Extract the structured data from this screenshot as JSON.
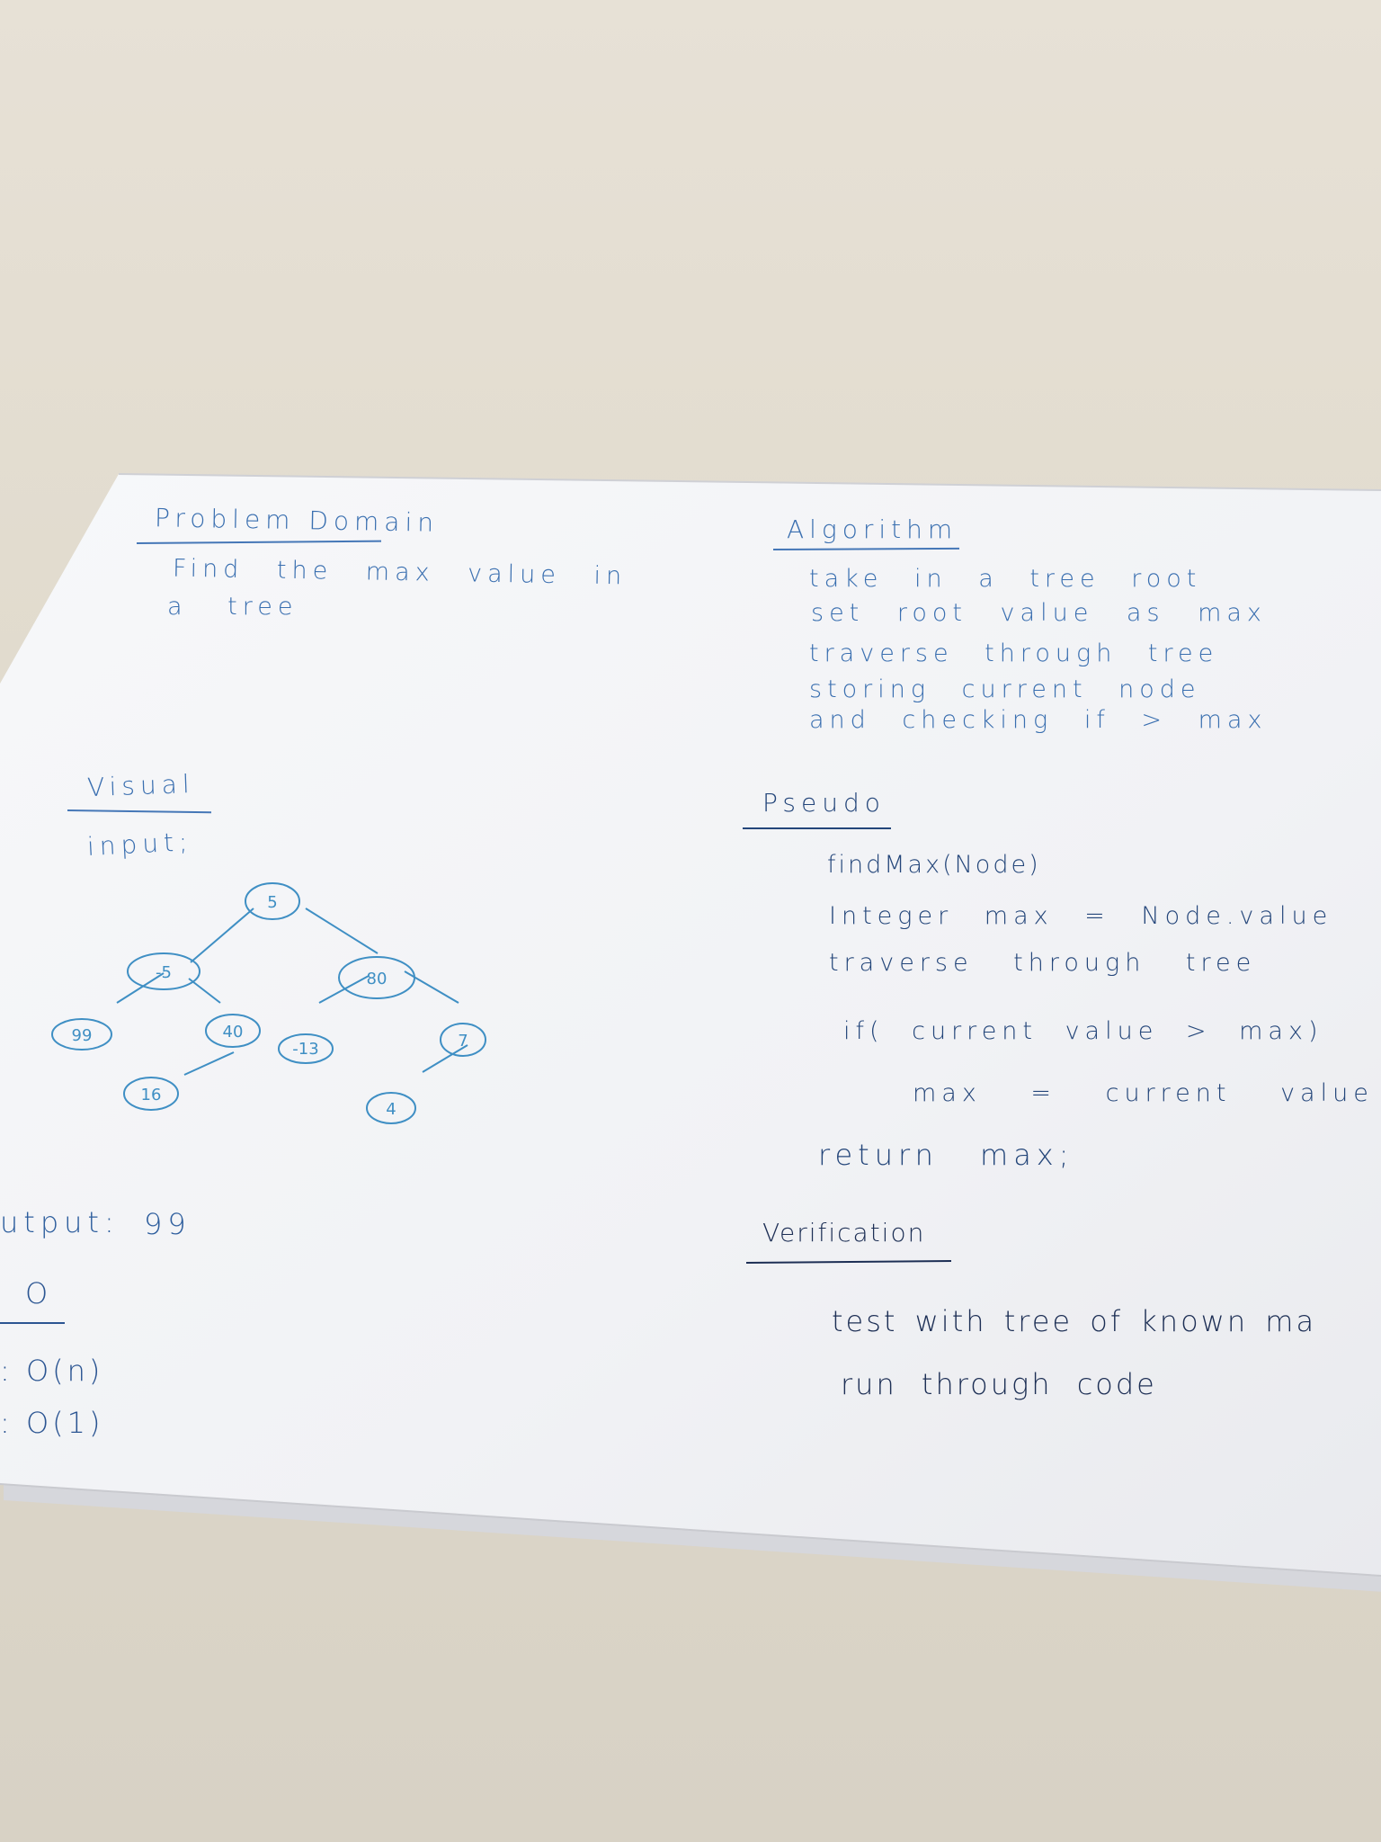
{
  "problem_domain": {
    "heading": "Problem Domain",
    "lines": [
      "Find the max value in",
      "a tree"
    ]
  },
  "algorithm": {
    "heading": "Algorithm",
    "lines": [
      "take in a tree root",
      "set root value as max",
      "traverse through tree",
      "storing current node",
      "and checking if > max"
    ]
  },
  "visual": {
    "heading": "Visual",
    "input_label": "input;",
    "tree_nodes": [
      "5",
      "-5",
      "80",
      "99",
      "40",
      "-13",
      "7",
      "16",
      "4"
    ],
    "output_label": "utput:",
    "output_value": "99"
  },
  "big_o": {
    "heading": "O",
    "lines": [
      ":  O(n)",
      ":  O(1)"
    ]
  },
  "pseudo": {
    "heading": "Pseudo",
    "lines": [
      "findMax(Node)",
      "Integer max = Node.value",
      "traverse through tree",
      "if( current value > max)",
      "max = current value",
      "return max;"
    ]
  },
  "verification": {
    "heading": "Verification",
    "lines": [
      "test with tree of known ma",
      "run through code"
    ]
  },
  "colors": {
    "ink": "#3a6fb0",
    "tree_ink": "#3f8fc4",
    "paper": "#f4f5f7",
    "table": "#e2dccf"
  }
}
